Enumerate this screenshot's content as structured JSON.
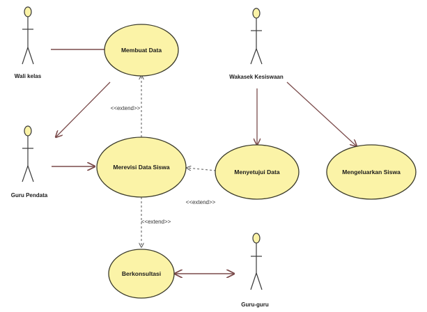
{
  "colors": {
    "background": "#ffffff",
    "usecase_fill": "#fbf3a7",
    "usecase_stroke": "#3a3a2a",
    "actor_fill": "#fbf3a7",
    "actor_stroke": "#3a3a3a",
    "line": "#7a4a4a",
    "dashed": "#555555"
  },
  "actors": {
    "wali_kelas": "Wali kelas",
    "guru_pendata": "Guru Pendata",
    "wakasek_kesiswaan": "Wakasek Kesiswaan",
    "guru_guru": "Guru-guru"
  },
  "use_cases": {
    "membuat_data": "Membuat Data",
    "merevisi_data_siswa": "Merevisi Data Siswa",
    "menyetujui_data": "Menyetujui Data",
    "mengeluarkan_siswa": "Mengeluarkan Siswa",
    "berkonsultasi": "Berkonsultasi"
  },
  "stereotypes": {
    "extend_1": "<<extend>>",
    "extend_2": "<<extend>>",
    "extend_3": "<<extend>>"
  }
}
